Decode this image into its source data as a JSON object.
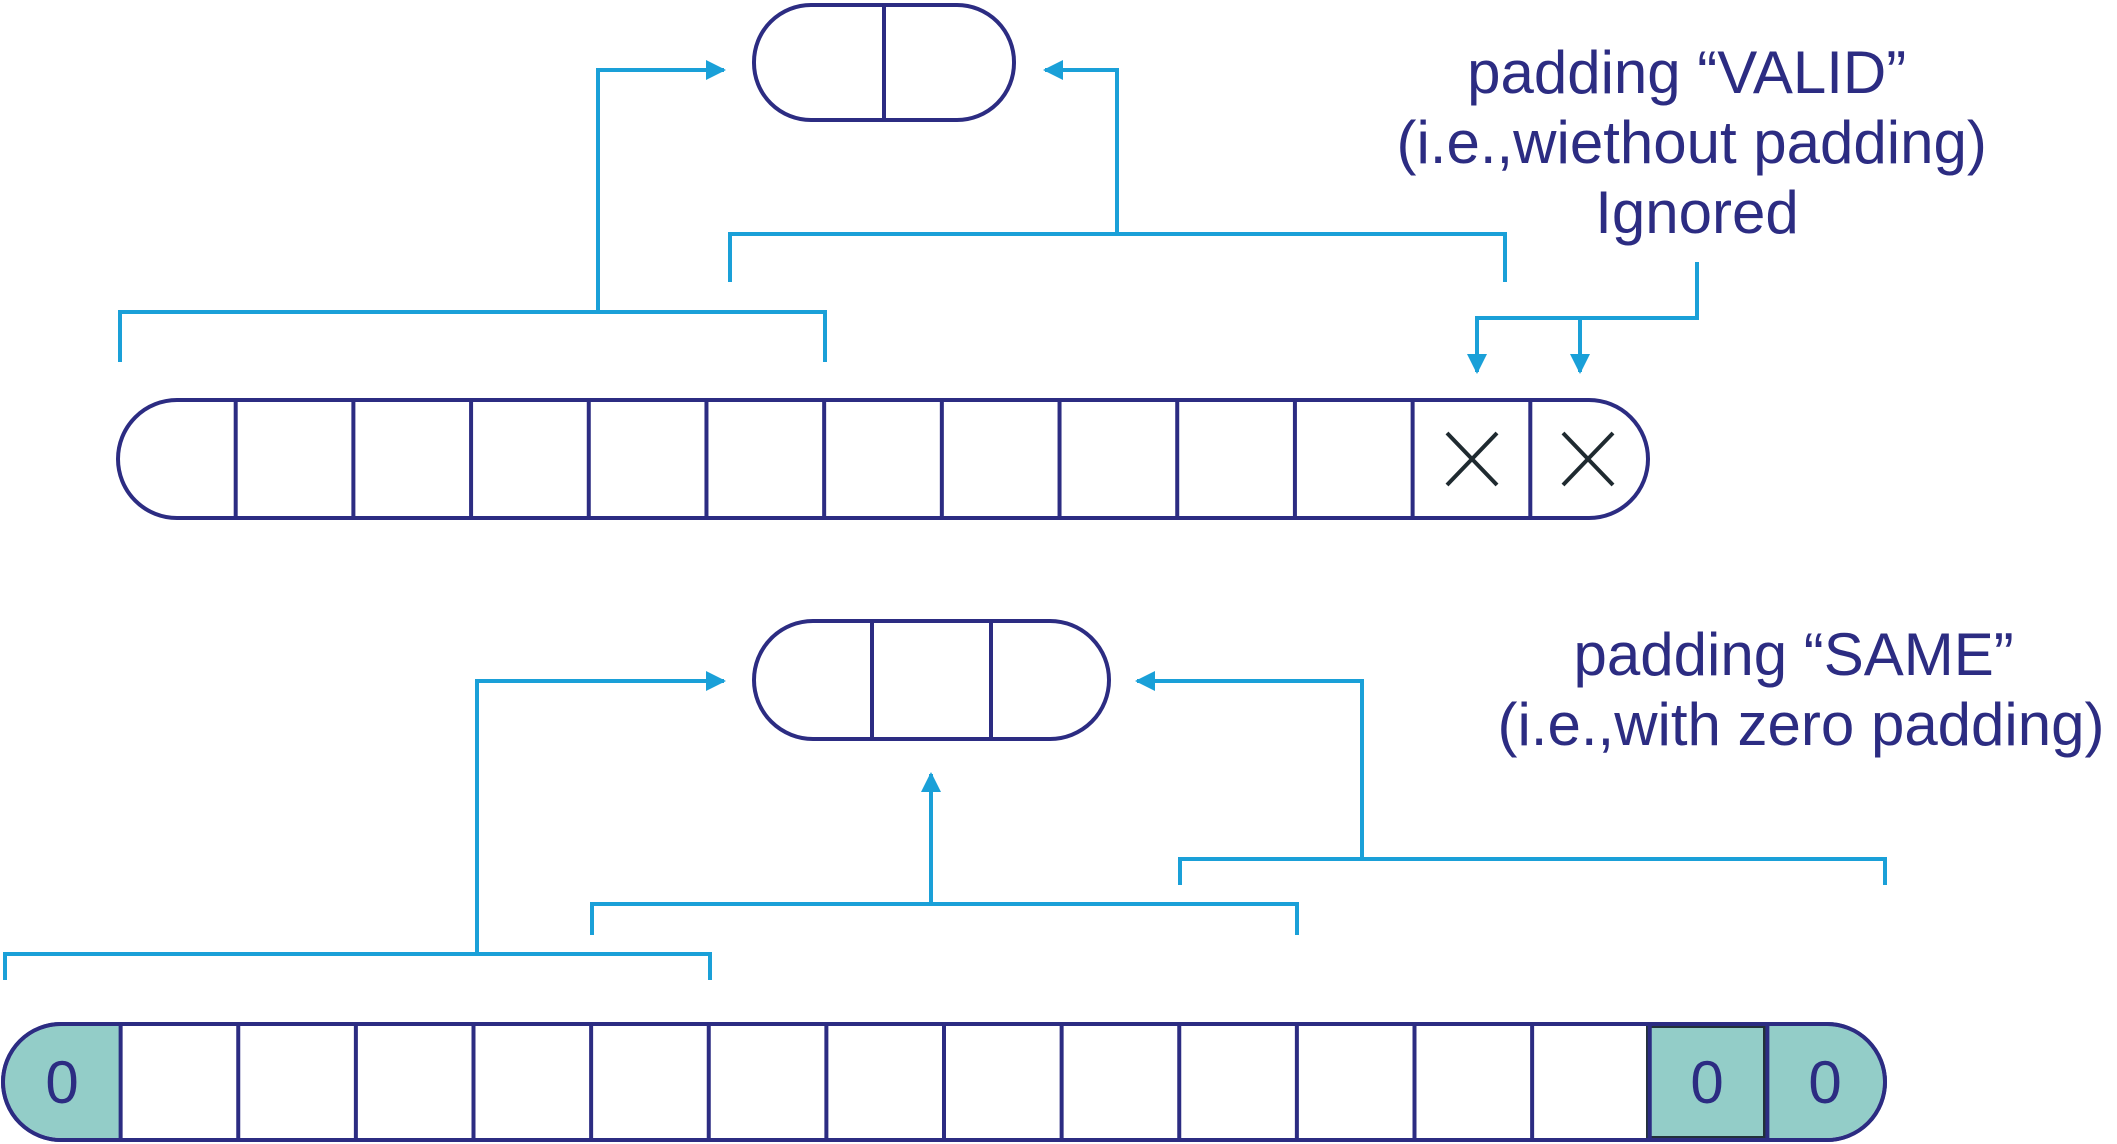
{
  "valid": {
    "caption": [
      "padding “VALID”",
      "(i.e.,wiethout padding)",
      "Ignored"
    ],
    "input_cells": 13,
    "ignored_cells": [
      11,
      12
    ],
    "output_cells": 2
  },
  "same": {
    "caption": [
      "padding “SAME”",
      "(i.e.,with zero padding)"
    ],
    "input_cells": 16,
    "padded_cells": [
      0,
      14,
      15
    ],
    "pad_label": "0",
    "output_cells": 3
  },
  "colors": {
    "box": "#2c2c82",
    "arrow": "#1aa0d8",
    "pad_fill": "#93cdc8",
    "pad_border": "#22313a",
    "text": "#2c2c82"
  }
}
